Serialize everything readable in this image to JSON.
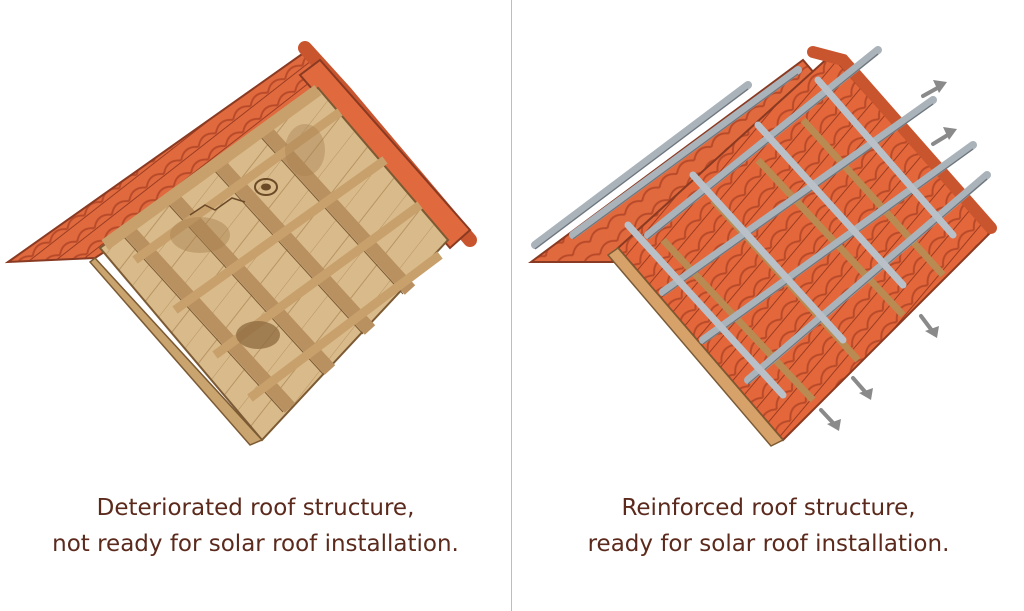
{
  "left_panel": {
    "caption_line1": "Deteriorated roof structure,",
    "caption_line2": "not ready for solar roof installation."
  },
  "right_panel": {
    "caption_line1": "Reinforced roof structure,",
    "caption_line2": "ready for solar roof installation."
  },
  "colors": {
    "tile": "#e06a3e",
    "tile_dark": "#b84a2a",
    "wood": "#d7b786",
    "wood_dark": "#a8804f",
    "steel": "#b9c0c7",
    "arrow": "#8a8a8a",
    "caption": "#5b2a1c"
  }
}
